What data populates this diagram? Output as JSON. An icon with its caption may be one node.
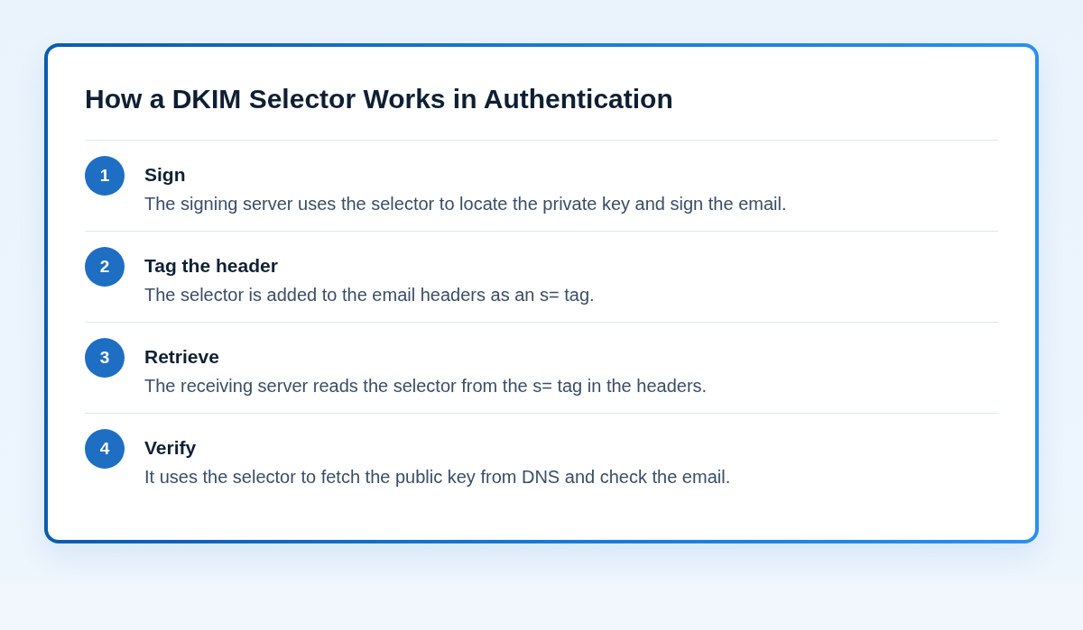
{
  "diagram": {
    "title": "How a DKIM Selector Works in Authentication",
    "nodes": [
      {
        "text": [
          "1"
        ],
        "beside": [
          "Sign",
          "The signing server uses the selector to locate the private key and sign the email."
        ]
      },
      {
        "text": [
          "2"
        ],
        "beside": [
          "Tag the header",
          "The selector is added to the email headers as an s= tag."
        ]
      },
      {
        "text": [
          "3"
        ],
        "beside": [
          "Retrieve",
          "The receiving server reads the selector from the s= tag in the headers."
        ]
      },
      {
        "text": [
          "4"
        ],
        "beside": [
          "Verify",
          "It uses the selector to fetch the public key from DNS and check the email."
        ]
      }
    ]
  }
}
